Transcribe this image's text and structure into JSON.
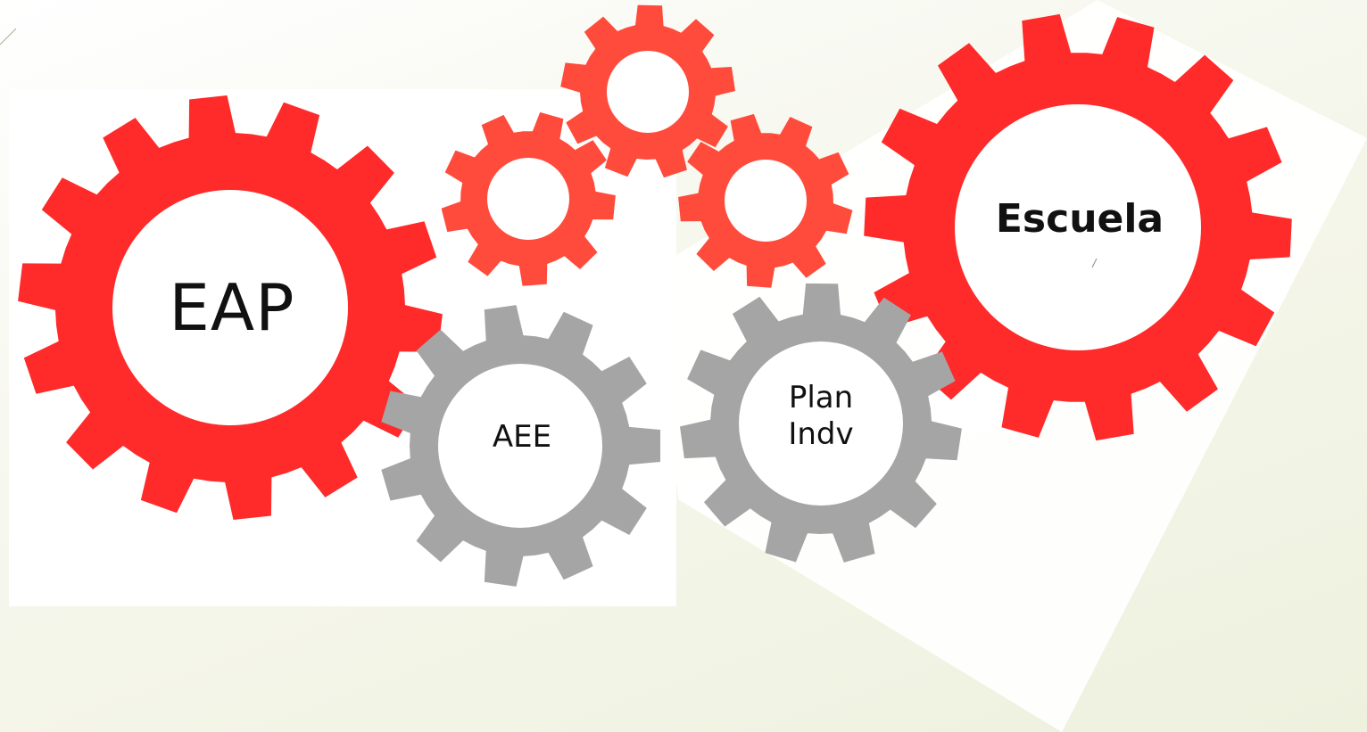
{
  "colors": {
    "primary_gear": "#ff2a2a",
    "small_gear": "#ff4b3b",
    "secondary_gear": "#a5a5a5",
    "gear_hole": "#ffffff",
    "background_tint": "#eef1de"
  },
  "gears": {
    "eap": {
      "label": "EAP"
    },
    "escuela": {
      "label": "Escuela"
    },
    "aee": {
      "label": "AEE"
    },
    "plan": {
      "line1": "Plan",
      "line2": "Indv"
    }
  }
}
